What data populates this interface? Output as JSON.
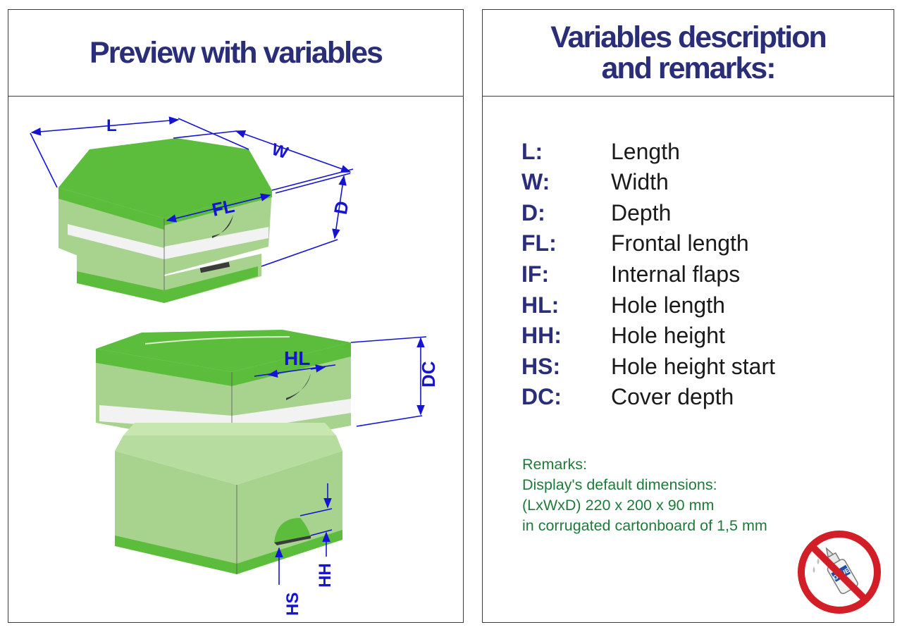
{
  "left_panel": {
    "title": "Preview with variables",
    "dimension_labels": {
      "L": "L",
      "W": "W",
      "D": "D",
      "FL": "FL",
      "HL": "HL",
      "DC": "DC",
      "HH": "HH",
      "HS": "HS"
    }
  },
  "right_panel": {
    "title_line1": "Variables description",
    "title_line2": "and remarks:",
    "variables": [
      {
        "key": "L:",
        "desc": "Length"
      },
      {
        "key": "W:",
        "desc": "Width"
      },
      {
        "key": "D:",
        "desc": "Depth"
      },
      {
        "key": "FL:",
        "desc": "Frontal length"
      },
      {
        "key": "IF:",
        "desc": "Internal flaps"
      },
      {
        "key": "HL:",
        "desc": "Hole length"
      },
      {
        "key": "HH:",
        "desc": "Hole height"
      },
      {
        "key": "HS:",
        "desc": "Hole height start"
      },
      {
        "key": "DC:",
        "desc": "Cover depth"
      }
    ],
    "remarks": {
      "line1": "Remarks:",
      "line2": "Display's default dimensions:",
      "line3": "(LxWxD) 220 x 200 x 90 mm",
      "line4": "in corrugated cartonboard of 1,5 mm"
    },
    "no_glue_icon": {
      "label": "GLUE",
      "icon": "no-glue-icon"
    }
  },
  "colors": {
    "title": "#2a2e78",
    "dimension_lines": "#1414d2",
    "box_green": "#5cbd3c",
    "box_light_green": "#a8d38e",
    "remarks_text": "#1f7a3a",
    "prohibition_red": "#d21e26"
  }
}
